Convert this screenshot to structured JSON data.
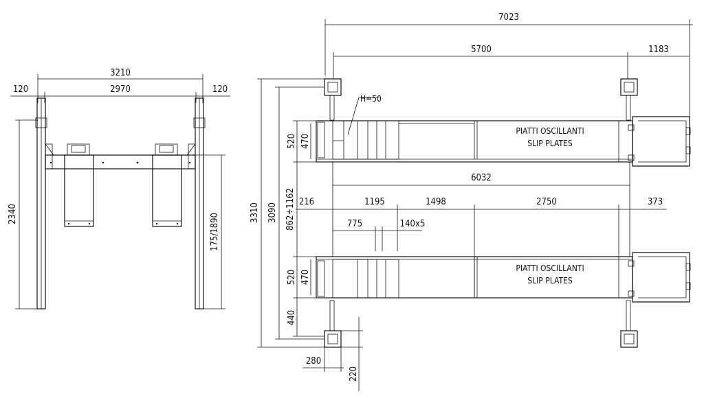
{
  "front_view": {
    "overall_width": "3210",
    "left_post": "120",
    "inner_width": "2970",
    "right_post": "120",
    "height": "2340",
    "lift_height": "175/1890"
  },
  "top_view": {
    "overall_length": "7023",
    "post_spacing": "5700",
    "rear_overhang": "1183",
    "ramp_height_note": "H=50",
    "runway_length": "6032",
    "seg_front": "216",
    "seg_1": "1195",
    "seg_2": "1498",
    "seg_3": "2750",
    "seg_rear": "373",
    "sub_775": "775",
    "sub_140x5": "140x5",
    "overall_width": "3310",
    "inner_width": "3090",
    "variable_gap": "862÷1162",
    "runway_width_top": "520",
    "runway_inner_top": "470",
    "runway_width_bottom": "520",
    "runway_inner_bottom": "470",
    "post_offset": "440",
    "post_base_width": "280",
    "post_base_depth": "220",
    "slip_plates_it_top": "PIATTI OSCILLANTI",
    "slip_plates_en_top": "SLIP PLATES",
    "slip_plates_it_bottom": "PIATTI OSCILLANTI",
    "slip_plates_en_bottom": "SLIP PLATES"
  }
}
